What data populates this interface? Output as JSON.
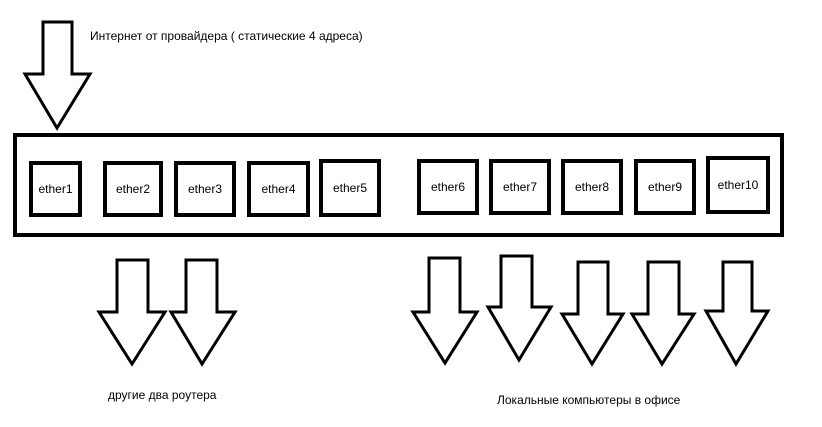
{
  "internet_label": "Интернет от провайдера  ( статические 4 адреса)",
  "routers_label": "другие два роутера",
  "office_label": "Локальные компьютеры в офисе",
  "ports": [
    "ether1",
    "ether2",
    "ether3",
    "ether4",
    "ether5",
    "ether6",
    "ether7",
    "ether8",
    "ether9",
    "ether10"
  ]
}
